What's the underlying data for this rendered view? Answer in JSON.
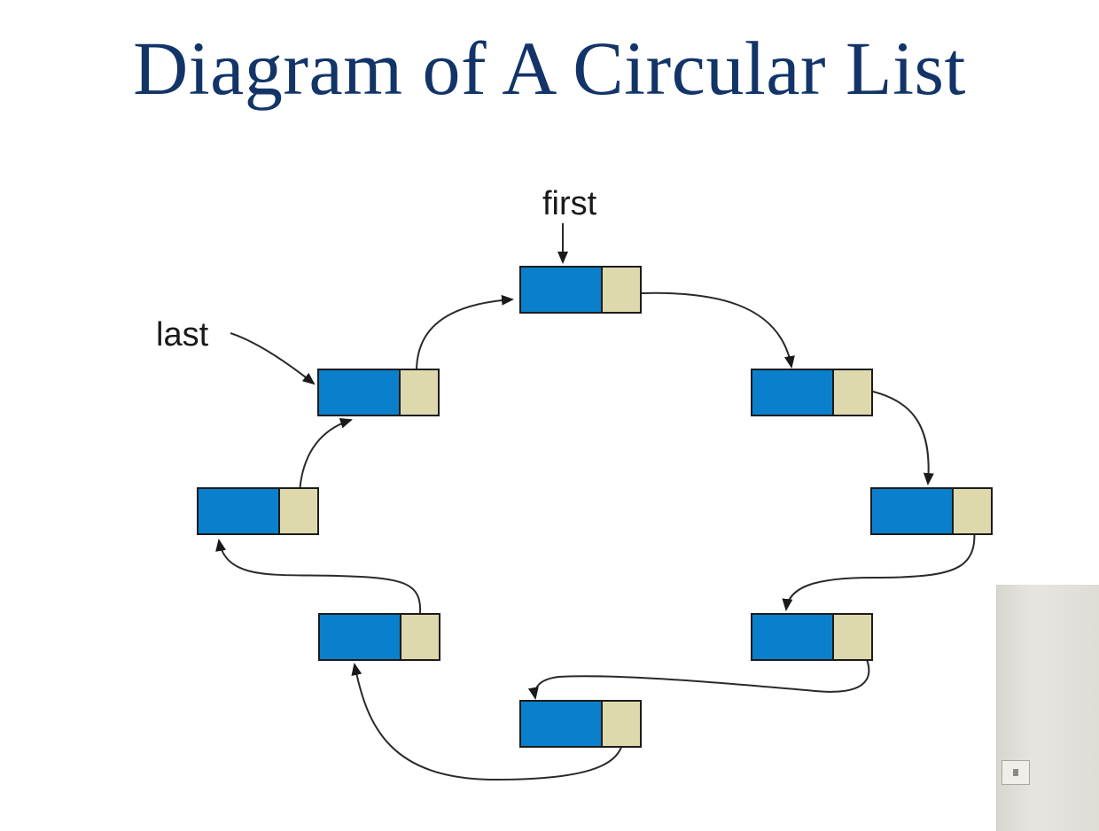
{
  "slide": {
    "title": "Diagram of A Circular List"
  },
  "diagram": {
    "labels": {
      "first": "first",
      "last": "last"
    },
    "node_colors": {
      "data_field": "#0a7fcb",
      "link_field": "#ddd9ad",
      "outline": "#1c1c1c"
    },
    "nodes": [
      {
        "id": "node-1",
        "role": "first"
      },
      {
        "id": "node-2"
      },
      {
        "id": "node-3"
      },
      {
        "id": "node-4"
      },
      {
        "id": "node-5"
      },
      {
        "id": "node-6"
      },
      {
        "id": "node-7"
      },
      {
        "id": "node-8",
        "role": "last"
      }
    ],
    "links": [
      {
        "from": "node-1",
        "to": "node-2"
      },
      {
        "from": "node-2",
        "to": "node-3"
      },
      {
        "from": "node-3",
        "to": "node-4"
      },
      {
        "from": "node-4",
        "to": "node-5"
      },
      {
        "from": "node-5",
        "to": "node-6"
      },
      {
        "from": "node-6",
        "to": "node-7"
      },
      {
        "from": "node-7",
        "to": "node-8"
      },
      {
        "from": "node-8",
        "to": "node-1"
      }
    ]
  }
}
